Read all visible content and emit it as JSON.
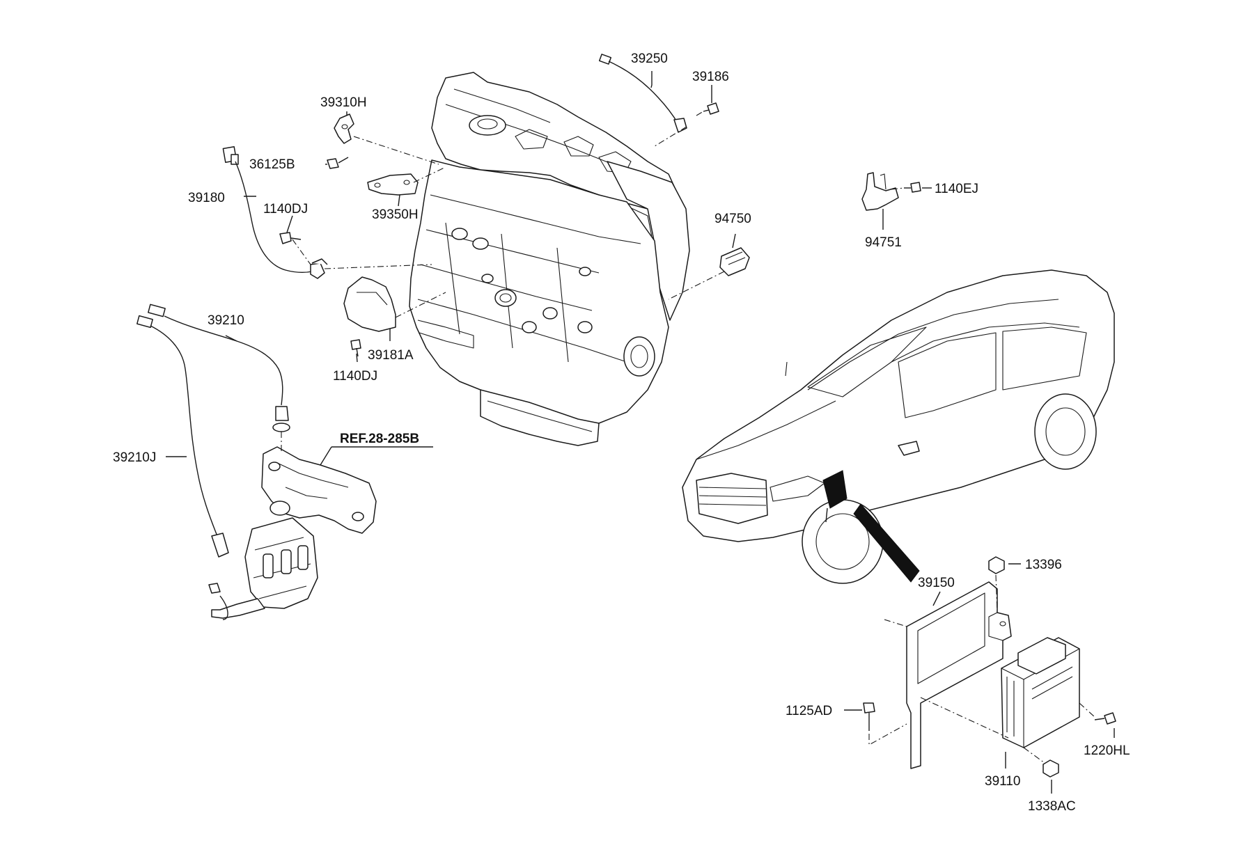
{
  "labels": {
    "p39250": "39250",
    "p39186": "39186",
    "p39310H": "39310H",
    "p36125B": "36125B",
    "p39350H": "39350H",
    "p39180": "39180",
    "p1140DJ_top": "1140DJ",
    "p94750": "94750",
    "p1140EJ": "1140EJ",
    "p94751": "94751",
    "p39210": "39210",
    "p39181A": "39181A",
    "p1140DJ_bottom": "1140DJ",
    "p39210J": "39210J",
    "ref": "REF.28-285B",
    "p13396": "13396",
    "p39150": "39150",
    "p1125AD": "1125AD",
    "p1220HL": "1220HL",
    "p39110": "39110",
    "p1338AC": "1338AC"
  }
}
